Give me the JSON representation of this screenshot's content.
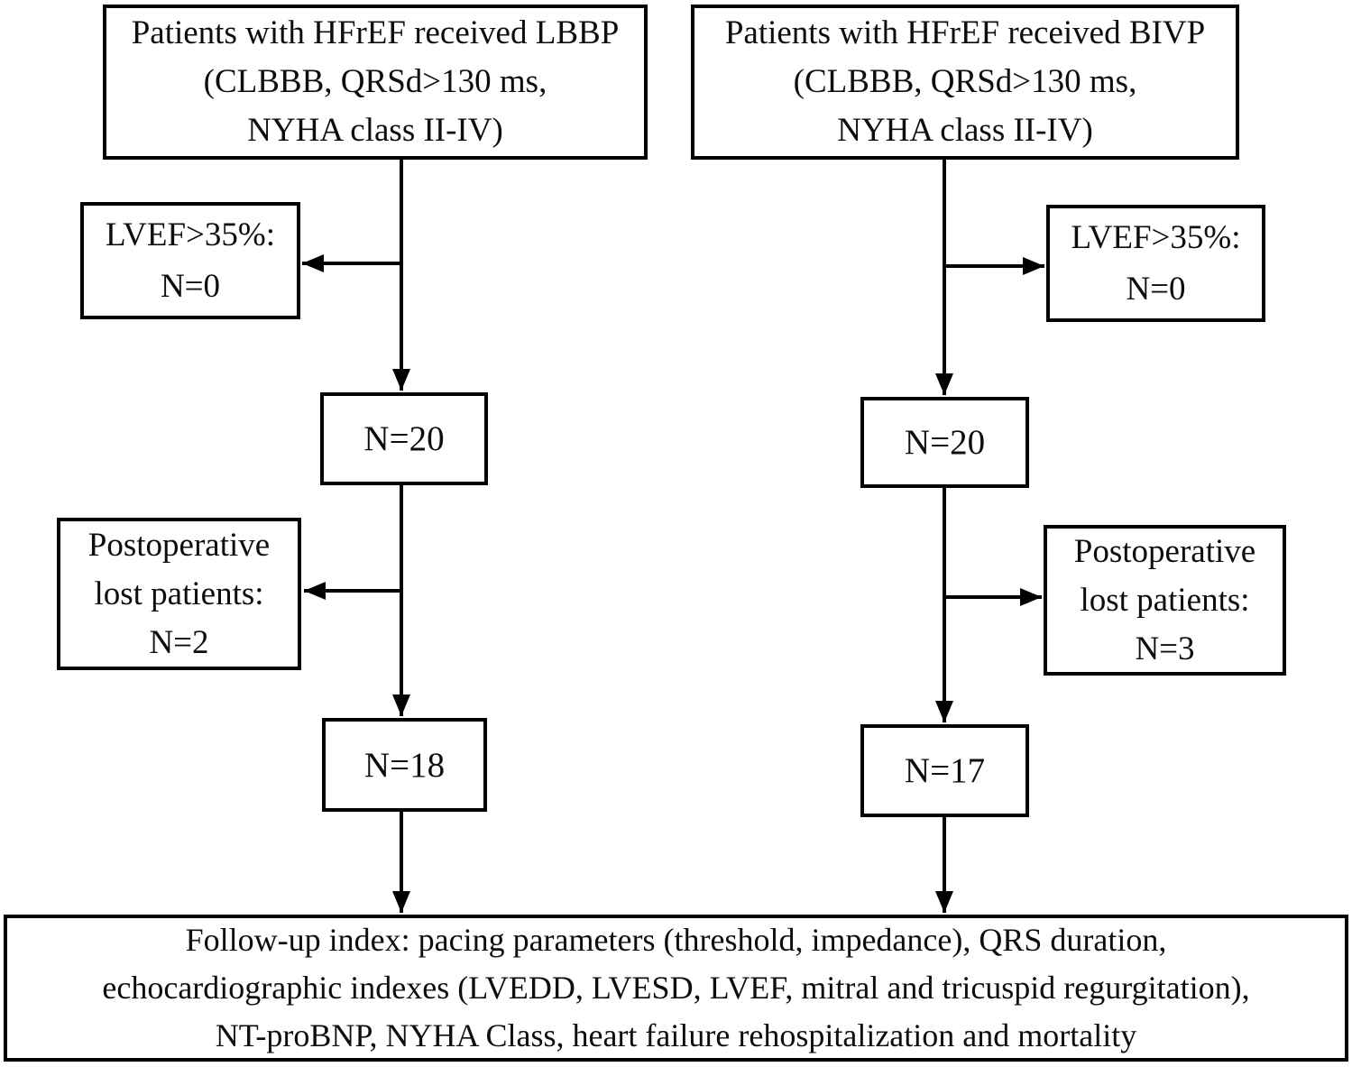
{
  "page": {
    "background_color": "#ffffff",
    "line_color": "#000000"
  },
  "boxes": {
    "lbbp_inclusion": {
      "lines": [
        "Patients with HFrEF received LBBP",
        "(CLBBB, QRSd>130 ms,",
        "NYHA class II-IV)"
      ]
    },
    "bivp_inclusion": {
      "lines": [
        "Patients with HFrEF received BIVP",
        "(CLBBB, QRSd>130 ms,",
        "NYHA class II-IV)"
      ]
    },
    "lbbp_excluded_lvef": {
      "lines": [
        "LVEF>35%:",
        "N=0"
      ]
    },
    "bivp_excluded_lvef": {
      "lines": [
        "LVEF>35%:",
        "N=0"
      ]
    },
    "lbbp_enrolled": {
      "label": "N=20"
    },
    "bivp_enrolled": {
      "label": "N=20"
    },
    "lbbp_lost": {
      "lines": [
        "Postoperative",
        "lost patients:",
        "N=2"
      ]
    },
    "bivp_lost": {
      "lines": [
        "Postoperative",
        "lost patients:",
        "N=3"
      ]
    },
    "lbbp_final": {
      "label": "N=18"
    },
    "bivp_final": {
      "label": "N=17"
    },
    "followup_index": {
      "lines": [
        "Follow-up index: pacing parameters (threshold, impedance), QRS duration,",
        "echocardiographic indexes (LVEDD, LVESD, LVEF, mitral and tricuspid regurgitation),",
        "NT-proBNP, NYHA Class, heart failure rehospitalization and mortality"
      ]
    }
  }
}
